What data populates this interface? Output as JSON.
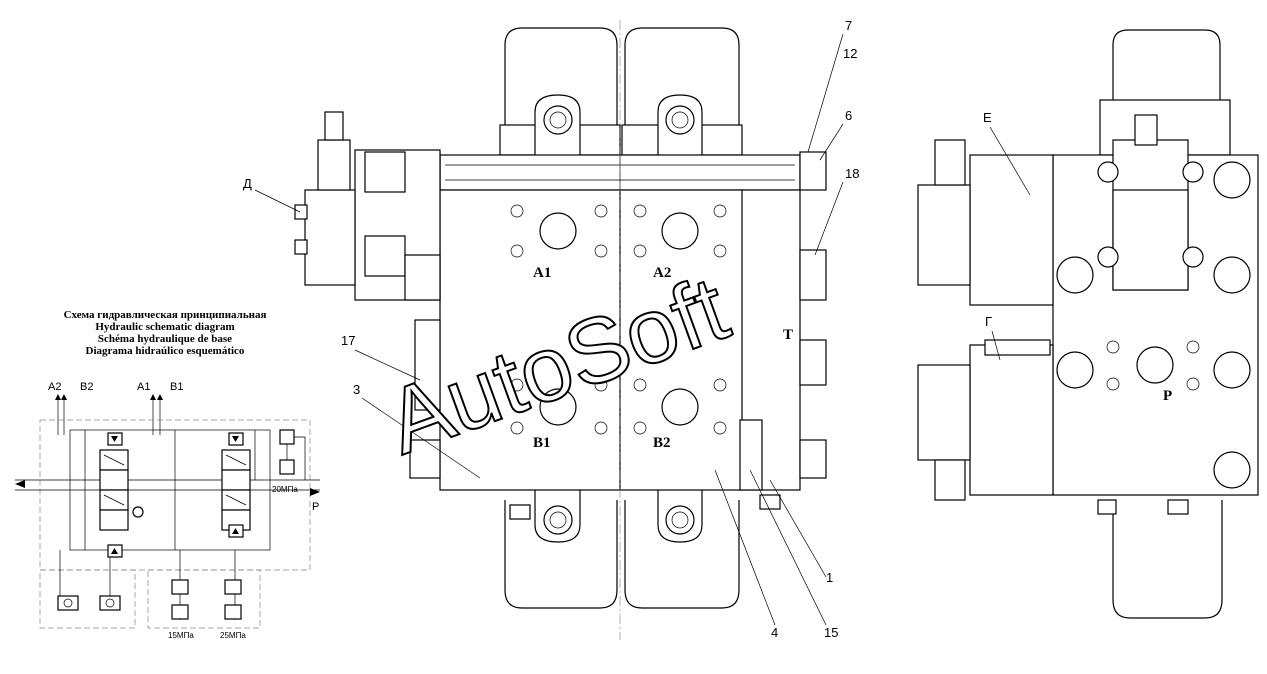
{
  "schematic": {
    "title_lines": [
      "Схема гидравлическая принципиальная",
      "Hydraulic schematic diagram",
      "Schéma hydraulique de base",
      "Diagrama hidraúlico esquemático"
    ],
    "ports_top": [
      "A2",
      "B2",
      "A1",
      "B1"
    ],
    "port_p": "P",
    "relief_main": "20МПа",
    "relief_left": "15МПа",
    "relief_right": "25МПа"
  },
  "front_view": {
    "ports": {
      "a1": "A1",
      "a2": "A2",
      "b1": "B1",
      "b2": "B2",
      "t": "T"
    },
    "label_d": "Д",
    "callouts": {
      "c7": "7",
      "c12": "12",
      "c6": "6",
      "c18": "18",
      "c17": "17",
      "c3": "3",
      "c1": "1",
      "c4": "4",
      "c15": "15"
    }
  },
  "side_view": {
    "label_e": "Е",
    "label_g": "Г",
    "port_p": "P"
  },
  "watermark": "AutoSoft"
}
